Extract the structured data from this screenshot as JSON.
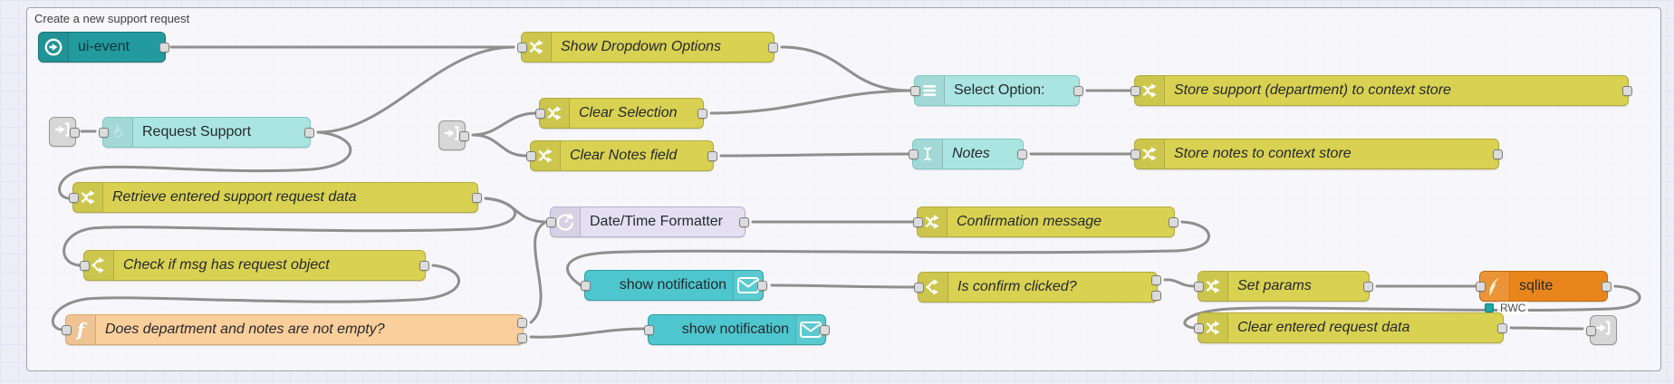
{
  "group": {
    "label": "Create a new support request"
  },
  "nodes": {
    "ui_event": {
      "label": "ui-event",
      "icon": "arrow-circle-right"
    },
    "show_dropdown": {
      "label": "Show Dropdown Options",
      "icon": "shuffle"
    },
    "request_support": {
      "label": "Request Support",
      "icon": "hand-pointer"
    },
    "clear_selection": {
      "label": "Clear Selection",
      "icon": "shuffle"
    },
    "clear_notes": {
      "label": "Clear Notes field",
      "icon": "shuffle"
    },
    "select_option": {
      "label": "Select Option:",
      "icon": "dropdown-list"
    },
    "notes": {
      "label": "Notes",
      "icon": "text-cursor"
    },
    "store_support": {
      "label": "Store support (department) to context store",
      "icon": "shuffle"
    },
    "store_notes": {
      "label": "Store notes to context store",
      "icon": "shuffle"
    },
    "retrieve": {
      "label": "Retrieve entered support request data",
      "icon": "shuffle"
    },
    "datetime": {
      "label": "Date/Time Formatter",
      "icon": "timer"
    },
    "confirmation": {
      "label": "Confirmation message",
      "icon": "shuffle"
    },
    "check_request": {
      "label": "Check if msg has request object",
      "icon": "fork"
    },
    "show_notification_1": {
      "label": "show notification",
      "icon": "envelope"
    },
    "show_notification_2": {
      "label": "show notification",
      "icon": "envelope"
    },
    "is_confirm": {
      "label": "Is confirm clicked?",
      "icon": "fork"
    },
    "set_params": {
      "label": "Set params",
      "icon": "shuffle"
    },
    "sqlite": {
      "label": "sqlite",
      "icon": "feather",
      "status": "RWC"
    },
    "does_not_empty": {
      "label": "Does department and notes are not empty?",
      "icon": "function-f"
    },
    "clear_entered": {
      "label": "Clear entered request data",
      "icon": "shuffle"
    }
  },
  "colors": {
    "canvas_bg": "#ecedf5",
    "wire": "#8f8f8f",
    "node_yellow": "#d9d152",
    "node_cyan_light": "#abe5e2",
    "node_teal_dark": "#239a9e",
    "node_teal": "#4ec6cd",
    "node_peach": "#fbcf9c",
    "node_lavender": "#e4e0f2",
    "node_orange": "#e8861c",
    "link_node_gray": "#d7d7d7",
    "status_teal": "#1ba6a6"
  }
}
